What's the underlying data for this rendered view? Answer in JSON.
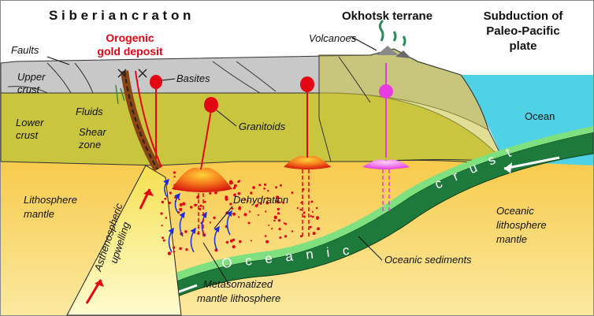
{
  "titles": {
    "siberian_craton": "S i b e r i a n   c r a t o n",
    "okhotsk_terrane": "Okhotsk terrane",
    "subduction": [
      "Subduction of",
      "Paleo-Pacific",
      "plate"
    ]
  },
  "labels": {
    "orogenic_gold": [
      "Orogenic",
      "gold deposit"
    ],
    "faults": "Faults",
    "upper_crust": [
      "Upper",
      "crust"
    ],
    "basites": "Basites",
    "volcanoes": "Volcanoes",
    "fluids": "Fluids",
    "lower_crust": [
      "Lower",
      "crust"
    ],
    "shear_zone": [
      "Shear",
      "zone"
    ],
    "granitoids": "Granitoids",
    "ocean": "Ocean",
    "lithosphere_mantle": [
      "Lithosphere",
      "mantle"
    ],
    "dehydration": "Dehydration",
    "oceanic_lithosphere_mantle": [
      "Oceanic",
      "lithosphere",
      "mantle"
    ],
    "oceanic_sediments": "Oceanic sediments",
    "metasomatized": [
      "Metasomatized",
      "mantle lithosphere"
    ],
    "asthenospheric_upwelling": [
      "Asthenospheric",
      "upwelling"
    ],
    "oceanic_crust_upper": "c r u s t",
    "oceanic_crust_lower": "O c e a n i c"
  },
  "colors": {
    "upper_crust": "#c8c8c8",
    "lower_crust": "#c9c53e",
    "mantle": "#f5c542",
    "ocean": "#4fd2e6",
    "oceanic_crust": "#1e7a3a",
    "sediments": "#7ee07e",
    "melt_red": "#e30613",
    "melt_pink": "#e63ce0",
    "arrow_blue": "#1a2ee0"
  }
}
